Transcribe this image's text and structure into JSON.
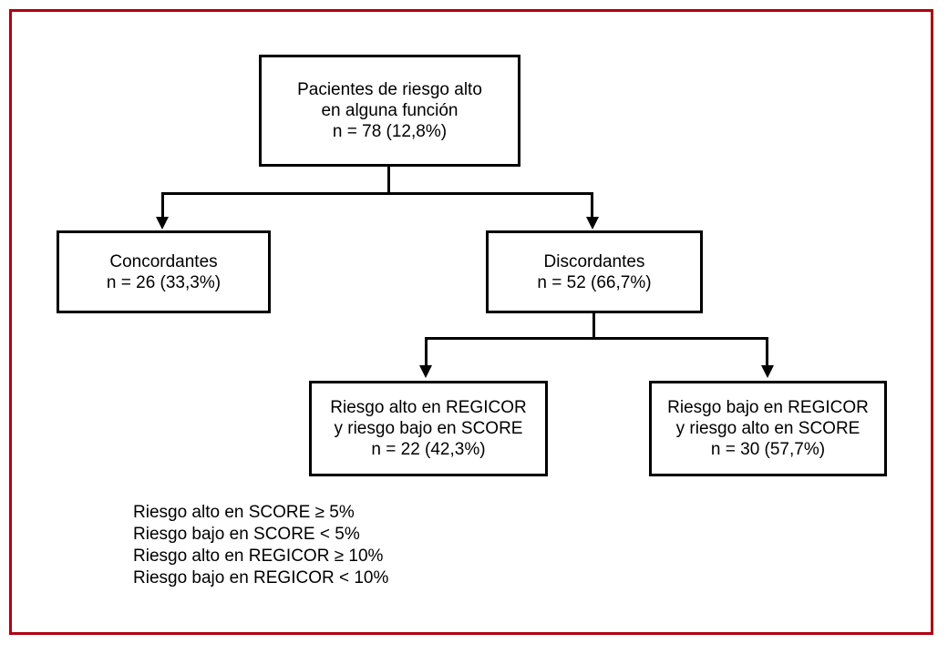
{
  "figure": {
    "border_color": "#b00010",
    "background_color": "#ffffff",
    "line_color": "#000000"
  },
  "nodes": {
    "root": {
      "text": "Pacientes de riesgo alto\nen alguna función\nn = 78 (12,8%)"
    },
    "concordantes": {
      "text": "Concordantes\nn = 26 (33,3%)"
    },
    "discordantes": {
      "text": "Discordantes\nn = 52 (66,7%)"
    },
    "regicor_alto_score_bajo": {
      "text": "Riesgo alto en REGICOR\ny riesgo bajo en SCORE\nn = 22 (42,3%)"
    },
    "regicor_bajo_score_alto": {
      "text": "Riesgo bajo en REGICOR\ny riesgo alto en SCORE\nn = 30 (57,7%)"
    }
  },
  "legend": {
    "lines": [
      "Riesgo alto en SCORE ≥ 5%",
      "Riesgo bajo en SCORE < 5%",
      "Riesgo alto en REGICOR ≥ 10%",
      "Riesgo bajo en REGICOR < 10%"
    ]
  },
  "chart_data": {
    "type": "diagram",
    "title": "",
    "diagram_kind": "flowchart-tree",
    "nodes": [
      {
        "id": "root",
        "label": "Pacientes de riesgo alto en alguna función",
        "n": 78,
        "percent": 12.8,
        "level": 0
      },
      {
        "id": "concordantes",
        "label": "Concordantes",
        "n": 26,
        "percent": 33.3,
        "level": 1
      },
      {
        "id": "discordantes",
        "label": "Discordantes",
        "n": 52,
        "percent": 66.7,
        "level": 1
      },
      {
        "id": "regicor_alto_score_bajo",
        "label": "Riesgo alto en REGICOR y riesgo bajo en SCORE",
        "n": 22,
        "percent": 42.3,
        "level": 2
      },
      {
        "id": "regicor_bajo_score_alto",
        "label": "Riesgo bajo en REGICOR y riesgo alto en SCORE",
        "n": 30,
        "percent": 57.7,
        "level": 2
      }
    ],
    "edges": [
      {
        "from": "root",
        "to": "concordantes"
      },
      {
        "from": "root",
        "to": "discordantes"
      },
      {
        "from": "discordantes",
        "to": "regicor_alto_score_bajo"
      },
      {
        "from": "discordantes",
        "to": "regicor_bajo_score_alto"
      }
    ]
  }
}
